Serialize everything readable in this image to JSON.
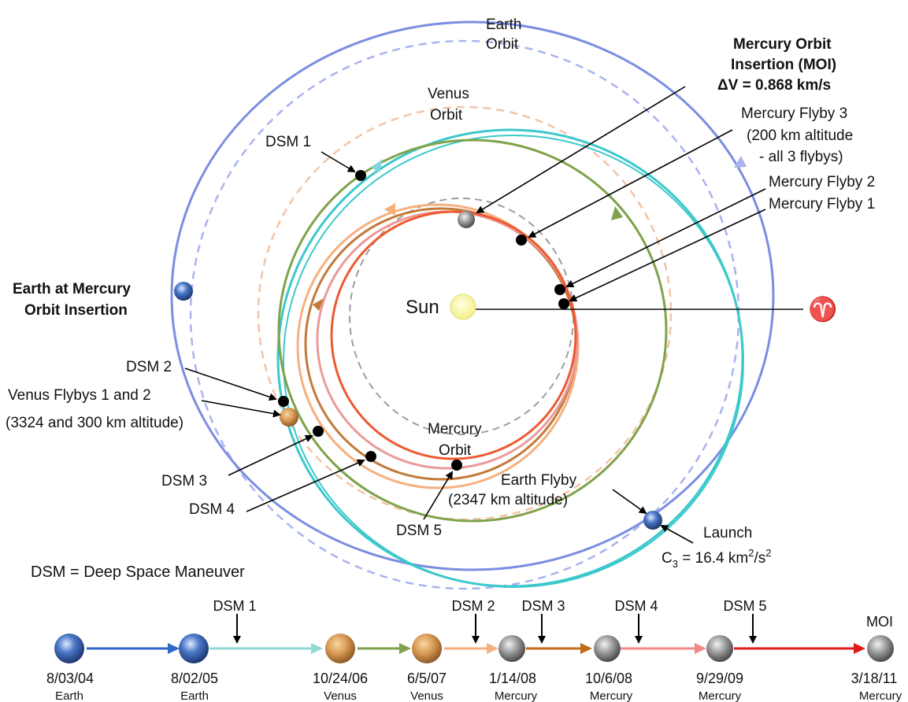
{
  "labels": {
    "earth_orbit_1": "Earth",
    "earth_orbit_2": "Orbit",
    "venus_orbit_1": "Venus",
    "venus_orbit_2": "Orbit",
    "mercury_orbit_1": "Mercury",
    "mercury_orbit_2": "Orbit",
    "sun": "Sun",
    "aries": "♈",
    "moi_1": "Mercury Orbit",
    "moi_2": "Insertion (MOI)",
    "moi_3": "ΔV = 0.868 km/s",
    "flyby3_1": "Mercury Flyby 3",
    "flyby3_2": "(200 km altitude",
    "flyby3_3": "- all 3 flybys)",
    "flyby2": "Mercury Flyby 2",
    "flyby1": "Mercury Flyby 1",
    "earth_moi_1": "Earth at Mercury",
    "earth_moi_2": "Orbit Insertion",
    "dsm1": "DSM 1",
    "dsm2": "DSM 2",
    "dsm3": "DSM 3",
    "dsm4": "DSM 4",
    "dsm5": "DSM 5",
    "venus_flybys_1": "Venus Flybys 1 and 2",
    "venus_flybys_2": "(3324 and 300 km altitude)",
    "earth_flyby_1": "Earth Flyby",
    "earth_flyby_2": "(2347 km altitude)",
    "launch": "Launch",
    "c3_a": "C",
    "c3_sub": "3",
    "c3_b": " = 16.4 km",
    "c3_sup1": "2",
    "c3_c": "/s",
    "c3_sup2": "2",
    "dsm_legend": "DSM = Deep Space Maneuver"
  },
  "colors": {
    "earth_orbit": "#7b8ee0",
    "venus_orbit": "#f2b894",
    "mercury_orbit": "#999999",
    "cyan": "#3cc8cc",
    "green": "#7fa24a",
    "peach": "#f5b07e",
    "brown": "#c27a3a",
    "pink": "#ec9a9a",
    "red": "#ec5a32"
  },
  "timeline": {
    "events": [
      {
        "date": "8/03/04",
        "body": "Earth",
        "icon": "earth-icon"
      },
      {
        "date": "8/02/05",
        "body": "Earth",
        "icon": "earth-icon"
      },
      {
        "date": "10/24/06",
        "body": "Venus",
        "icon": "venus-icon"
      },
      {
        "date": "6/5/07",
        "body": "Venus",
        "icon": "venus-icon"
      },
      {
        "date": "1/14/08",
        "body": "Mercury",
        "icon": "mercury-icon"
      },
      {
        "date": "10/6/08",
        "body": "Mercury",
        "icon": "mercury-icon"
      },
      {
        "date": "9/29/09",
        "body": "Mercury",
        "icon": "mercury-icon"
      },
      {
        "date": "3/18/11",
        "body": "Mercury",
        "icon": "mercury-icon"
      }
    ],
    "markers": [
      "DSM 1",
      "DSM 2",
      "DSM 3",
      "DSM 4",
      "DSM 5",
      "MOI"
    ]
  }
}
